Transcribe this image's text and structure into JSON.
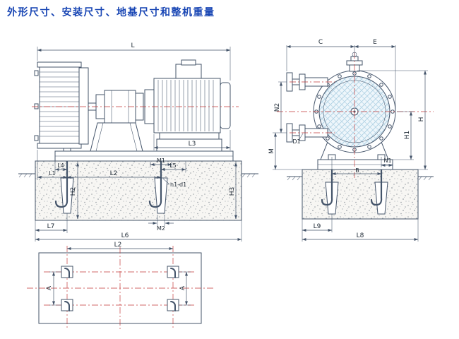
{
  "title": "外形尺寸、安装尺寸、地基尺寸和整机重量",
  "colors": {
    "title": "#1946b4",
    "line": "#44546a",
    "centerline": "#c43a3a",
    "hatch": "#a9cfe2",
    "dimension_text": "#1c2733"
  },
  "labels": {
    "L": "L",
    "L1": "L1",
    "L2": "L2",
    "L3": "L3",
    "L4": "L4",
    "L5": "L5",
    "L6": "L6",
    "L7": "L7",
    "L8": "L8",
    "L9": "L9",
    "M": "M",
    "M1": "M1",
    "M2": "M2",
    "H": "H",
    "H1": "H1",
    "H2": "H2",
    "H3": "H3",
    "N1": "N1",
    "N2": "N2",
    "B": "B",
    "C": "C",
    "E": "E",
    "D1": "D1",
    "A": "A",
    "anchor_bolt": "n1-d1"
  }
}
